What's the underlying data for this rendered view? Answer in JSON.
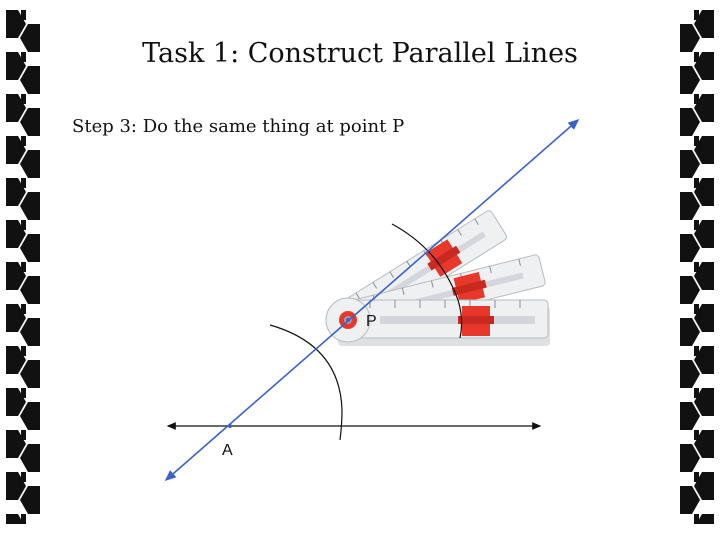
{
  "title": "Task 1: Construct Parallel Lines",
  "step_text": "Step 3:  Do the same thing at point P",
  "points": {
    "A": "A",
    "P": "P"
  },
  "colors": {
    "transversal": "#3a62c9",
    "line": "#111111",
    "compass_red": "#e8382c",
    "ruler": "#eef0f2"
  }
}
